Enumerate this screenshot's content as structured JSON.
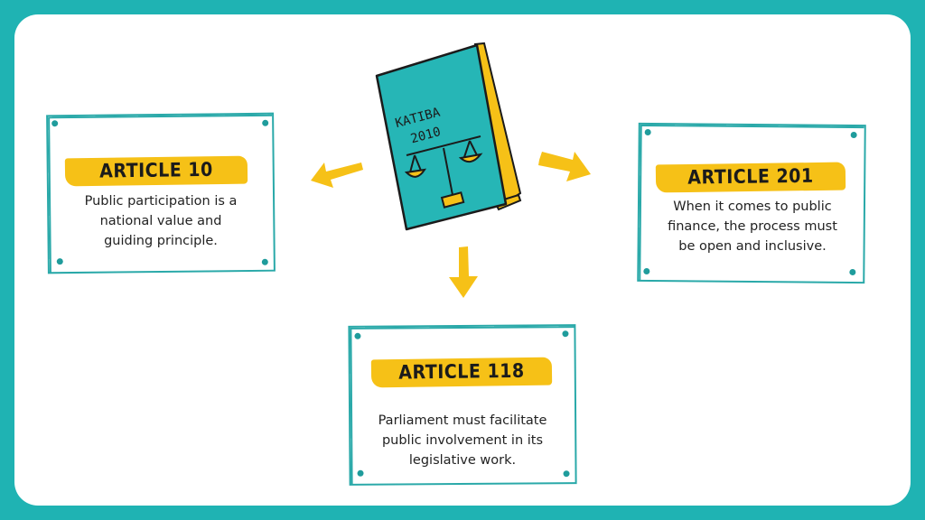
{
  "book": {
    "title_line1": "KATIBA",
    "title_line2": "2010"
  },
  "cards": {
    "article10": {
      "heading": "ARTICLE 10",
      "line1": "Public participation is a",
      "line2": "national value and",
      "line3": "guiding principle."
    },
    "article201": {
      "heading": "ARTICLE 201",
      "line1": "When it comes to public",
      "line2": "finance, the process must",
      "line3": "be open and inclusive."
    },
    "article118": {
      "heading": "ARTICLE 118",
      "line1": "Parliament must facilitate",
      "line2": "public involvement in its",
      "line3": "legislative work."
    }
  },
  "colors": {
    "frame": "#1fb3b3",
    "card_border": "#2aa9a9",
    "accent": "#f6c117",
    "book": "#26b6b6"
  },
  "icons": [
    "scales-of-justice-icon",
    "arrow-left-icon",
    "arrow-right-icon",
    "arrow-down-icon"
  ]
}
